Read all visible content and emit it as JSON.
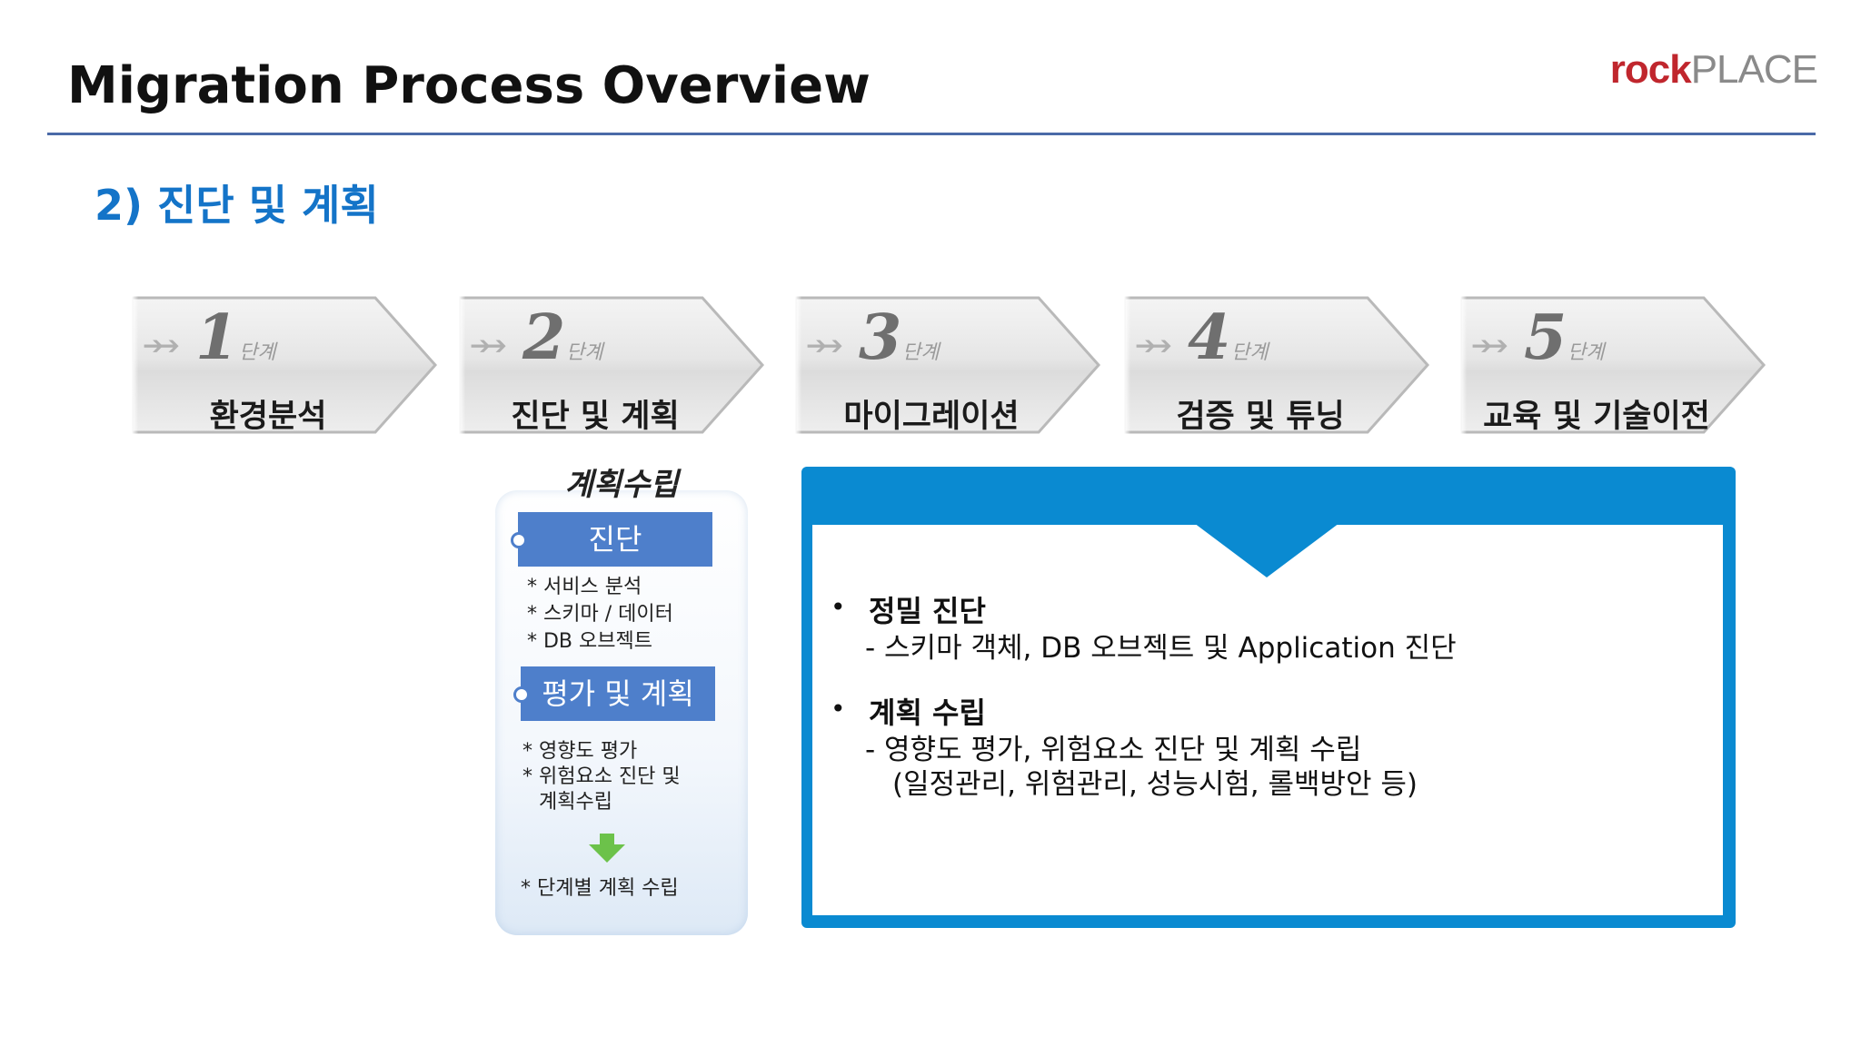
{
  "header": {
    "title": "Migration Process Overview",
    "logo_rock": "rock",
    "logo_place": "PLACE"
  },
  "subtitle": "2) 진단 및 계획",
  "steps": [
    {
      "number": "1",
      "unit": "단계",
      "name": "환경분석"
    },
    {
      "number": "2",
      "unit": "단계",
      "name": "진단 및 계획"
    },
    {
      "number": "3",
      "unit": "단계",
      "name": "마이그레이션"
    },
    {
      "number": "4",
      "unit": "단계",
      "name": "검증 및 튜닝"
    },
    {
      "number": "5",
      "unit": "단계",
      "name": "교육 및 기술이전"
    }
  ],
  "plan_panel": {
    "title": "계획수립",
    "bar1": "진단",
    "list1": [
      "* 서비스 분석",
      "* 스키마 / 데이터",
      "* DB 오브젝트"
    ],
    "bar2": "평가 및 계획",
    "list2": [
      "* 영향도 평가",
      "* 위험요소 진단 및",
      "계획수립"
    ],
    "final": "* 단계별 계획 수립"
  },
  "detail": {
    "bullet": "•",
    "items": [
      {
        "heading": "정밀 진단",
        "lines": [
          "- 스키마 객체, DB 오브젝트 및 Application 진단"
        ]
      },
      {
        "heading": "계획 수립",
        "lines": [
          "- 영향도 평가, 위험요소 진단 및 계획 수립",
          "(일정관리, 위험관리, 성능시험, 롤백방안 등)"
        ]
      }
    ]
  },
  "colors": {
    "accent_blue": "#1474c8",
    "box_blue": "#0a8ad1",
    "bar_blue": "#4e7fcb",
    "logo_red": "#c0262d",
    "arrow_green": "#6cc24a"
  }
}
